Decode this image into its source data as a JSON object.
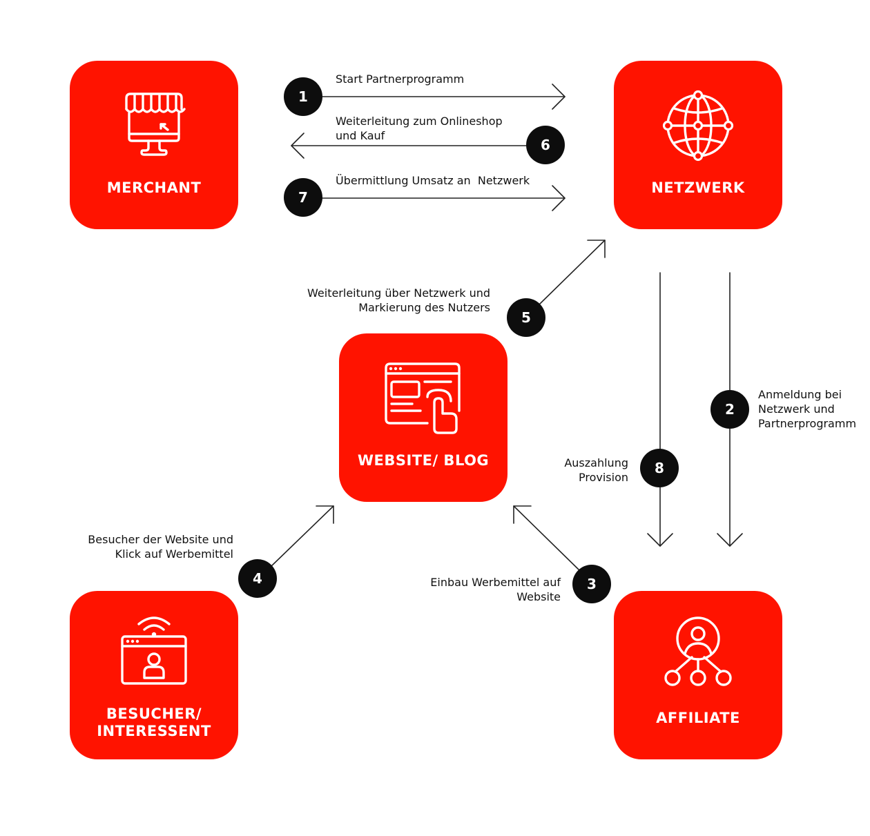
{
  "colors": {
    "box": "#ff1300",
    "badge": "#0d0d0d",
    "line": "#222222"
  },
  "nodes": {
    "merchant": {
      "label": "MERCHANT",
      "icon": "shop-monitor-icon"
    },
    "netzwerk": {
      "label": "NETZWERK",
      "icon": "globe-network-icon"
    },
    "website": {
      "label": "WEBSITE/ BLOG",
      "icon": "browser-click-icon"
    },
    "besucher": {
      "label_line1": "BESUCHER/",
      "label_line2": "INTERESSENT",
      "icon": "browser-user-wifi-icon"
    },
    "affiliate": {
      "label": "AFFILIATE",
      "icon": "user-network-icon"
    }
  },
  "steps": {
    "s1": {
      "number": "1",
      "text": "Start Partnerprogramm"
    },
    "s2": {
      "number": "2",
      "text_line1": "Anmeldung bei",
      "text_line2": "Netzwerk und",
      "text_line3": "Partnerprogramm"
    },
    "s3": {
      "number": "3",
      "text_line1": "Einbau Werbemittel auf",
      "text_line2": "Website"
    },
    "s4": {
      "number": "4",
      "text_line1": "Besucher der Website und",
      "text_line2": "Klick auf Werbemittel"
    },
    "s5": {
      "number": "5",
      "text_line1": "Weiterleitung über Netzwerk und",
      "text_line2": "Markierung des Nutzers"
    },
    "s6": {
      "number": "6",
      "text_line1": "Weiterleitung zum Onlineshop",
      "text_line2": "und Kauf"
    },
    "s7": {
      "number": "7",
      "text": "Übermittlung Umsatz an  Netzwerk"
    },
    "s8": {
      "number": "8",
      "text_line1": "Auszahlung",
      "text_line2": "Provision"
    }
  }
}
